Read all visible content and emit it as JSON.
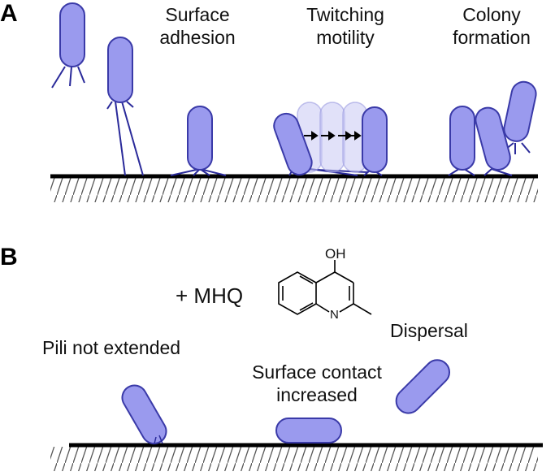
{
  "panel_a": {
    "letter": "A",
    "stage_1": [
      "Surface",
      "adhesion"
    ],
    "stage_2": [
      "Twitching",
      "motility"
    ],
    "stage_3": [
      "Colony",
      "formation"
    ]
  },
  "panel_b": {
    "letter": "B",
    "treatment": "+ MHQ",
    "molecule_oh": "OH",
    "molecule_n": "N",
    "effect_1": "Pili not extended",
    "effect_2": [
      "Surface contact",
      "increased"
    ],
    "effect_3": "Dispersal"
  },
  "colors": {
    "cell_fill": "#9a9aee",
    "cell_stroke": "#3a3aa8",
    "pili": "#2a2a9a",
    "surface": "#000000",
    "hatch": "#555555"
  }
}
